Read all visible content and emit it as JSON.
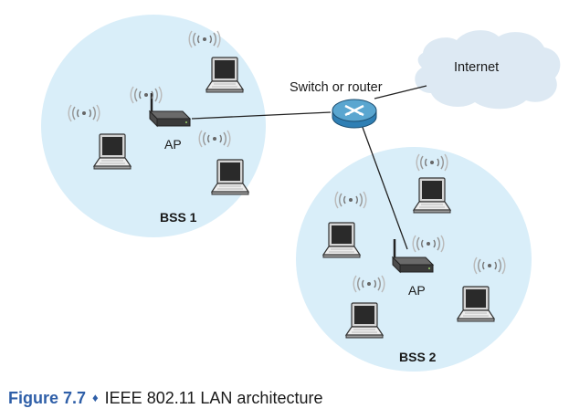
{
  "labels": {
    "switch": "Switch or router",
    "internet": "Internet",
    "ap1": "AP",
    "ap2": "AP",
    "bss1": "BSS 1",
    "bss2": "BSS 2"
  },
  "caption": {
    "figure": "Figure 7.7",
    "separator": "♦",
    "text": "IEEE 802.11 LAN architecture"
  },
  "colors": {
    "bss_fill": "#d9eef9",
    "router_fill": "#5aa6d0",
    "cloud_fill": "#dde9f3",
    "caption_accent": "#2f5fa8"
  }
}
